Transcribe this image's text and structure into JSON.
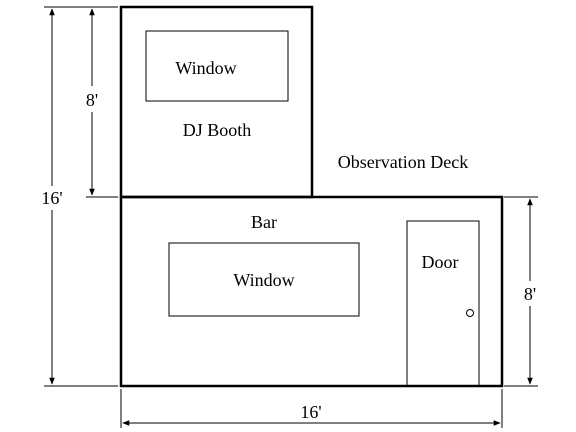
{
  "labels": {
    "window_top": "Window",
    "dj_booth": "DJ Booth",
    "observation_deck": "Observation Deck",
    "bar": "Bar",
    "window_bottom": "Window",
    "door": "Door"
  },
  "dimensions": {
    "left_total": "16'",
    "left_upper": "8'",
    "right_lower": "8'",
    "bottom_total": "16'"
  }
}
